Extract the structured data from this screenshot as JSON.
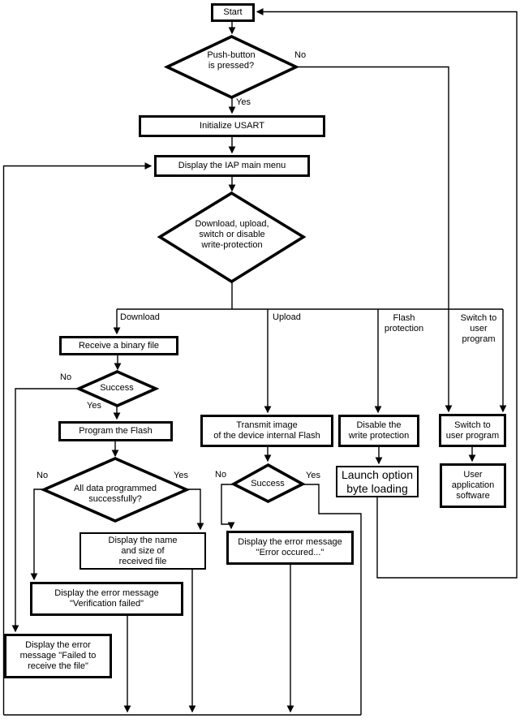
{
  "diagram": {
    "background": "#ffffff",
    "line_color": "#000000"
  },
  "nodes": {
    "start": {
      "label": "Start"
    },
    "initialize_usart": {
      "label": "Initialize USART"
    },
    "display_iap_menu": {
      "label": "Display the IAP main menu"
    },
    "receive_binary_file": {
      "label": "Receive a binary file"
    },
    "program_flash": {
      "label": "Program the Flash"
    },
    "display_name_size": {
      "label": "Display the name\nand size of\nreceived file"
    },
    "verification_failed": {
      "label": "Display the error message\n\"Verification failed\""
    },
    "failed_receive": {
      "label": "Display the error\nmessage \"Failed to\nreceive the file\""
    },
    "transmit_image": {
      "label": "Transmit image\nof the device internal Flash"
    },
    "error_occured": {
      "label": "Display the error message\n\"Error occured...\""
    },
    "disable_write_protection": {
      "label": "Disable the\nwrite protection"
    },
    "launch_option_byte": {
      "label": "Launch option\nbyte loading"
    },
    "switch_user_program": {
      "label": "Switch to\nuser program"
    },
    "user_application": {
      "label": "User\napplication\nsoftware"
    }
  },
  "decisions": {
    "push_button": {
      "label": "Push-button\nis pressed?"
    },
    "menu_choice": {
      "label": "Download, upload,\nswitch or disable\nwrite-protection"
    },
    "success_download": {
      "label": "Success"
    },
    "all_data_programmed": {
      "label": "All data programmed\nsuccessfully?"
    },
    "success_upload": {
      "label": "Success"
    }
  },
  "edge_labels": {
    "push_button_no": "No",
    "push_button_yes": "Yes",
    "branch_download": "Download",
    "branch_upload": "Upload",
    "branch_flash_protection": "Flash\nprotection",
    "branch_switch_user": "Switch to\nuser\nprogram",
    "success_download_no": "No",
    "success_download_yes": "Yes",
    "all_data_no": "No",
    "all_data_yes": "Yes",
    "success_upload_no": "No",
    "success_upload_yes": "Yes"
  }
}
